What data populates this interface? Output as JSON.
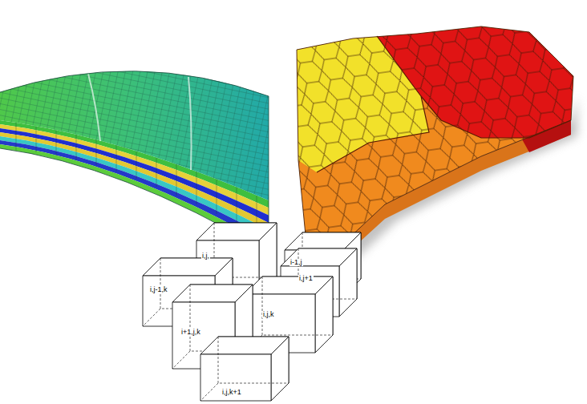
{
  "diagram": {
    "nodes": [
      {
        "text": [
          "i,j,"
        ]
      },
      {
        "text": [
          "i-1,j"
        ]
      },
      {
        "text": [
          "i,j-1,k"
        ]
      },
      {
        "text": [
          "i,j+1"
        ]
      },
      {
        "text": [
          "i,j,k"
        ]
      },
      {
        "text": [
          "i+1,j,k"
        ]
      },
      {
        "text": [
          "i,j,k+1"
        ]
      }
    ]
  }
}
